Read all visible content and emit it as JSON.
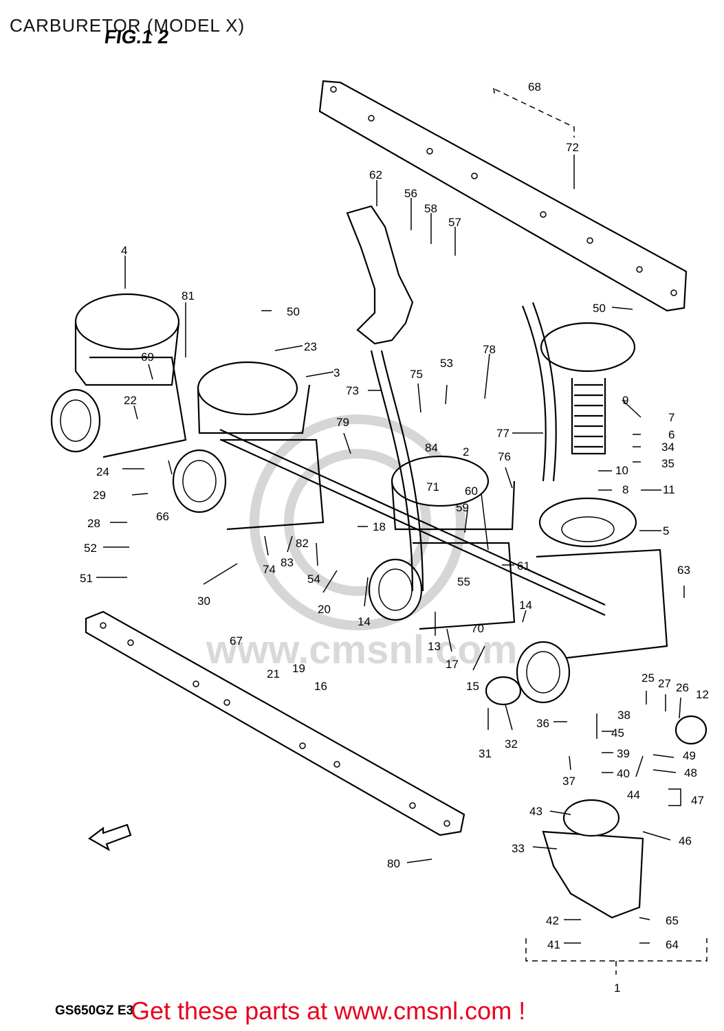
{
  "header": {
    "title": "CARBURETOR (MODEL X)",
    "figure": "FIG.1 2"
  },
  "footer": {
    "model_code": "GS650GZ E3",
    "promo": "Get these parts at www.cmsnl.com !"
  },
  "watermark": {
    "text": "www.cmsnl.com"
  },
  "part_numbers": [
    "1",
    "2",
    "3",
    "4",
    "5",
    "6",
    "7",
    "8",
    "9",
    "10",
    "11",
    "12",
    "13",
    "14",
    "14",
    "15",
    "16",
    "17",
    "18",
    "19",
    "20",
    "21",
    "22",
    "23",
    "24",
    "25",
    "26",
    "27",
    "28",
    "29",
    "30",
    "31",
    "32",
    "33",
    "34",
    "35",
    "36",
    "37",
    "38",
    "39",
    "40",
    "41",
    "42",
    "43",
    "44",
    "45",
    "46",
    "47",
    "48",
    "49",
    "50",
    "50",
    "51",
    "52",
    "53",
    "54",
    "55",
    "56",
    "57",
    "58",
    "59",
    "60",
    "61",
    "62",
    "63",
    "64",
    "65",
    "66",
    "67",
    "68",
    "69",
    "70",
    "71",
    "72",
    "73",
    "74",
    "75",
    "76",
    "77",
    "78",
    "79",
    "80",
    "81",
    "82",
    "83",
    "84"
  ],
  "colors": {
    "promo": "#e8001c",
    "ink": "#000000",
    "watermark": "#d6d6d6"
  }
}
